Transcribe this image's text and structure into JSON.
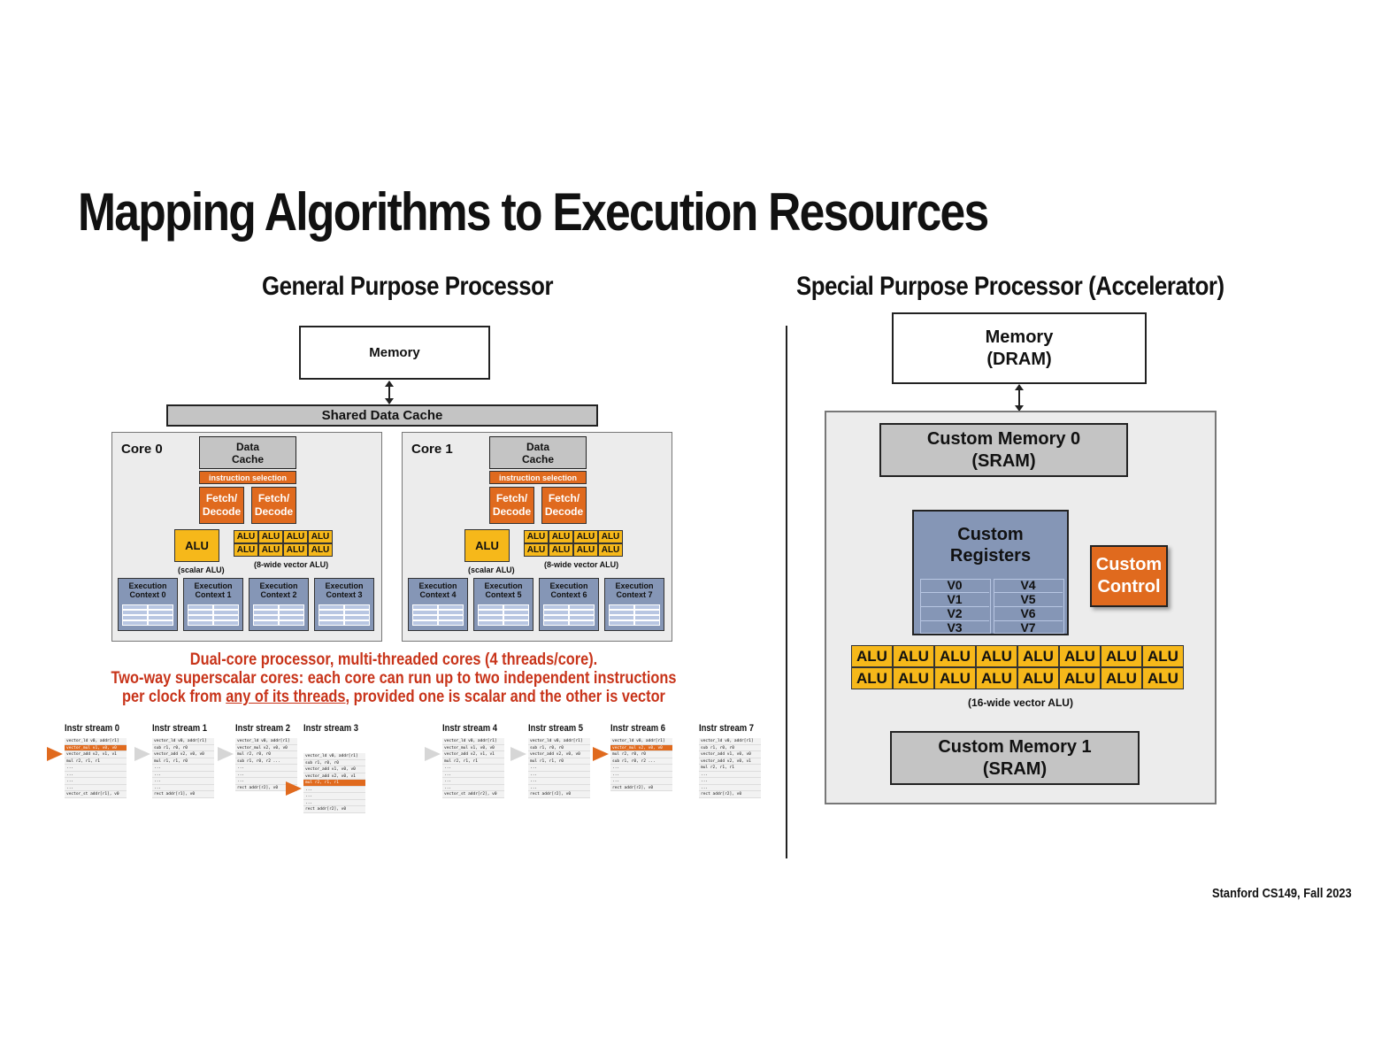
{
  "title": "Mapping Algorithms to Execution Resources",
  "left": {
    "heading": "General Purpose Processor",
    "memory": "Memory",
    "shared_cache": "Shared Data Cache",
    "cores": [
      {
        "label": "Core 0",
        "data_cache": "Data Cache",
        "instr_sel": "instruction selection",
        "fetch": "Fetch/ Decode",
        "alu": "ALU",
        "scalar_caption": "(scalar ALU)",
        "vector_caption": "(8-wide vector ALU)",
        "contexts": [
          "Execution Context 0",
          "Execution Context 1",
          "Execution Context 2",
          "Execution Context 3"
        ]
      },
      {
        "label": "Core 1",
        "data_cache": "Data Cache",
        "instr_sel": "instruction selection",
        "fetch": "Fetch/ Decode",
        "alu": "ALU",
        "scalar_caption": "(scalar ALU)",
        "vector_caption": "(8-wide vector ALU)",
        "contexts": [
          "Execution Context 4",
          "Execution Context 5",
          "Execution Context 6",
          "Execution Context 7"
        ]
      }
    ],
    "vector_alu_label": "ALU",
    "description": {
      "line1": "Dual-core processor, multi-threaded cores (4 threads/core).",
      "line2": "Two-way superscalar cores:  each core can run up to two independent instructions",
      "line3_pre": "per clock from ",
      "line3_link": "any of its threads",
      "line3_post": ", provided one is scalar and the other is vector"
    },
    "streams": [
      {
        "title": "Instr stream 0",
        "lines": [
          "vector_ld   v0, addr[r1]",
          "vector_mul  v1, v0, v0",
          "vector_add  v2, v1, v1",
          "mul         r2, r1, r1",
          "...",
          "...",
          "...",
          "...",
          "vector_st   addr[r1], v0"
        ],
        "hl": 1,
        "pc": "active"
      },
      {
        "title": "Instr stream 1",
        "lines": [
          "vector_ld   v0, addr[r1]",
          "sub         r1, r0, r0",
          "vector_add  v2, v0, v0",
          "mul         r1, r1, r0",
          "...",
          "...",
          "...",
          "...",
          "rect        addr[r1], v0"
        ],
        "hl": -1,
        "pc": "idle"
      },
      {
        "title": "Instr stream 2",
        "lines": [
          "vector_ld   v0, addr[r1]",
          "vector_mul  v2, v0, v0",
          "mul         r2, r0, r0",
          "sub         r1, r0, r2 ...",
          "...",
          "...",
          "...",
          "rect        addr[r2], v0"
        ],
        "hl": -1,
        "pc": "idle"
      },
      {
        "title": "Instr stream 3",
        "lines": [
          "vector_ld   v0, addr[r1]",
          "sub         r1, r0, r0",
          "vector_add  v1, v0, v0",
          "vector_add  v2, v0, v1",
          "mul         r2, r1, r1",
          "...",
          "...",
          "...",
          "rect        addr[r2], v0"
        ],
        "hl": 4,
        "pc": "active"
      },
      {
        "title": "Instr stream 4",
        "lines": [
          "vector_ld   v0, addr[r1]",
          "vector_mul  v1, v0, v0",
          "vector_add  v2, v1, v1",
          "mul         r2, r1, r1",
          "...",
          "...",
          "...",
          "...",
          "vector_st   addr[r2], v0"
        ],
        "hl": -1,
        "pc": "idle"
      },
      {
        "title": "Instr stream 5",
        "lines": [
          "vector_ld   v0, addr[r1]",
          "sub         r1, r0, r0",
          "vector_add  v2, v0, v0",
          "mul         r1, r1, r0",
          "...",
          "...",
          "...",
          "...",
          "rect        addr[r2], v0"
        ],
        "hl": -1,
        "pc": "idle"
      },
      {
        "title": "Instr stream 6",
        "lines": [
          "vector_ld   v0, addr[r1]",
          "vector_mul  v2, v0, v0",
          "mul         r2, r0, r0",
          "sub         r1, r0, r2 ...",
          "...",
          "...",
          "...",
          "rect        addr[r2], v0"
        ],
        "hl": 1,
        "pc": "active"
      },
      {
        "title": "Instr stream 7",
        "lines": [
          "vector_ld   v0, addr[r1]",
          "sub         r1, r0, r0",
          "vector_add  v1, v0, v0",
          "vector_add  v2, v0, v1",
          "mul         r2, r1, r1",
          "...",
          "...",
          "...",
          "rect        addr[r2], v0"
        ],
        "hl": -1,
        "pc": "none"
      }
    ]
  },
  "right": {
    "heading": "Special Purpose Processor (Accelerator)",
    "memory_line1": "Memory",
    "memory_line2": "(DRAM)",
    "custom_mem0_line1": "Custom Memory 0",
    "custom_mem0_line2": "(SRAM)",
    "registers_line1": "Custom",
    "registers_line2": "Registers",
    "registers": [
      "V0",
      "V1",
      "V2",
      "V3",
      "V4",
      "V5",
      "V6",
      "V7"
    ],
    "control_line1": "Custom",
    "control_line2": "Control",
    "alu_label": "ALU",
    "alu_caption": "(16-wide vector ALU)",
    "custom_mem1_line1": "Custom Memory 1",
    "custom_mem1_line2": "(SRAM)"
  },
  "footer": "Stanford CS149, Fall 2023",
  "colors": {
    "orange": "#e06a1e",
    "yellow": "#f6b81a",
    "blue": "#8596b6",
    "red_text": "#c8341a",
    "gray": "#c4c4c4"
  }
}
